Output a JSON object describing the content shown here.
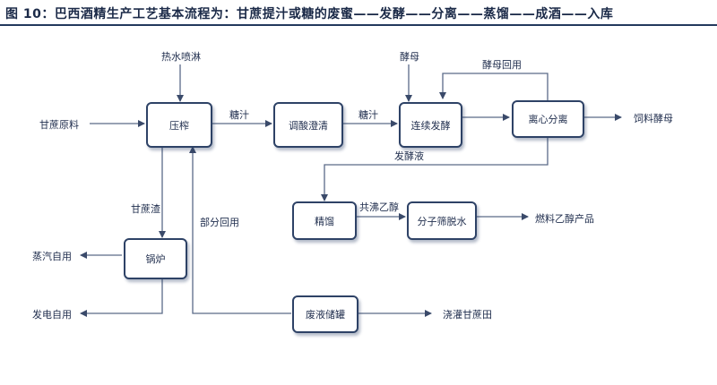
{
  "title": "图 10：巴西酒精生产工艺基本流程为：甘蔗提汁或糖的废蜜——发酵——分离——蒸馏——成酒——入库",
  "nodes": {
    "press": "压榨",
    "clarify": "调酸澄清",
    "ferment": "连续发酵",
    "separate": "离心分离",
    "distill": "精馏",
    "sieve": "分子筛脱水",
    "boiler": "锅炉",
    "tank": "废液储罐"
  },
  "labels": {
    "hot_water": "热水喷淋",
    "cane_raw": "甘蔗原料",
    "juice_1": "糖汁",
    "juice_2": "糖汁",
    "yeast": "酵母",
    "yeast_reuse": "酵母回用",
    "feed_yeast": "饲料酵母",
    "ferment_liquid": "发酵液",
    "bagasse": "甘蔗渣",
    "partial_reuse": "部分回用",
    "azeotrope": "共沸乙醇",
    "fuel_ethanol": "燃料乙醇产品",
    "steam_use": "蒸汽自用",
    "power_use": "发电自用",
    "irrigation": "浇灌甘蔗田"
  }
}
